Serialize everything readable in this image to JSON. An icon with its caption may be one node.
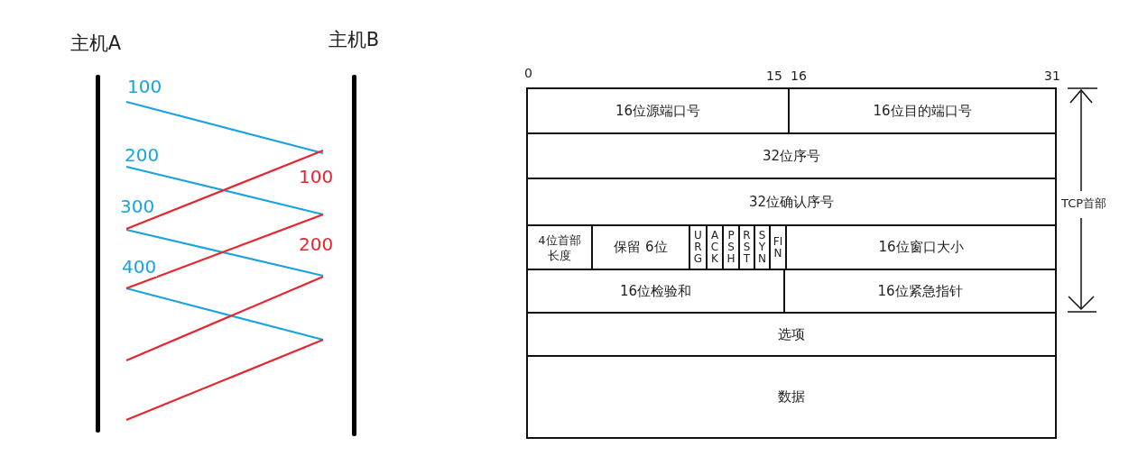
{
  "diagram": {
    "nodes": [
      {
        "text": [
          "主机A"
        ]
      },
      {
        "text": [
          "主机B"
        ]
      },
      {
        "text": [
          "16位源端口号"
        ]
      },
      {
        "text": [
          "16位目的端口号"
        ]
      },
      {
        "text": [
          "32位序号"
        ]
      },
      {
        "text": [
          "32位确认序号"
        ]
      },
      {
        "text": [
          "4位首部长度"
        ]
      },
      {
        "text": [
          "保留 6位"
        ]
      },
      {
        "text": [
          "URG"
        ]
      },
      {
        "text": [
          "ACK"
        ]
      },
      {
        "text": [
          "PSH"
        ]
      },
      {
        "text": [
          "RST"
        ]
      },
      {
        "text": [
          "SYN"
        ]
      },
      {
        "text": [
          "FIN"
        ]
      },
      {
        "text": [
          "16位窗口大小"
        ]
      },
      {
        "text": [
          "16位检验和"
        ]
      },
      {
        "text": [
          "16位紧急指针"
        ]
      },
      {
        "text": [
          "选项"
        ]
      },
      {
        "text": [
          "数据"
        ]
      }
    ],
    "edges": [
      {
        "from": 0,
        "to": 1,
        "arrow": "none",
        "label": "100",
        "color": "#1aa3e0"
      },
      {
        "from": 0,
        "to": 1,
        "arrow": "none",
        "label": "200",
        "color": "#1aa3e0"
      },
      {
        "from": 0,
        "to": 1,
        "arrow": "none",
        "label": "300",
        "color": "#1aa3e0"
      },
      {
        "from": 0,
        "to": 1,
        "arrow": "none",
        "label": "400",
        "color": "#1aa3e0"
      },
      {
        "from": 1,
        "to": 0,
        "arrow": "none",
        "label": "100",
        "color": "#e8252e"
      },
      {
        "from": 1,
        "to": 0,
        "arrow": "none",
        "label": "200",
        "color": "#e8252e"
      },
      {
        "from": 1,
        "to": 0,
        "arrow": "none",
        "color": "#e8252e"
      },
      {
        "from": 1,
        "to": 0,
        "arrow": "none",
        "color": "#e8252e"
      }
    ],
    "labels": [
      "0",
      "15",
      "16",
      "31",
      "TCP首部"
    ]
  }
}
